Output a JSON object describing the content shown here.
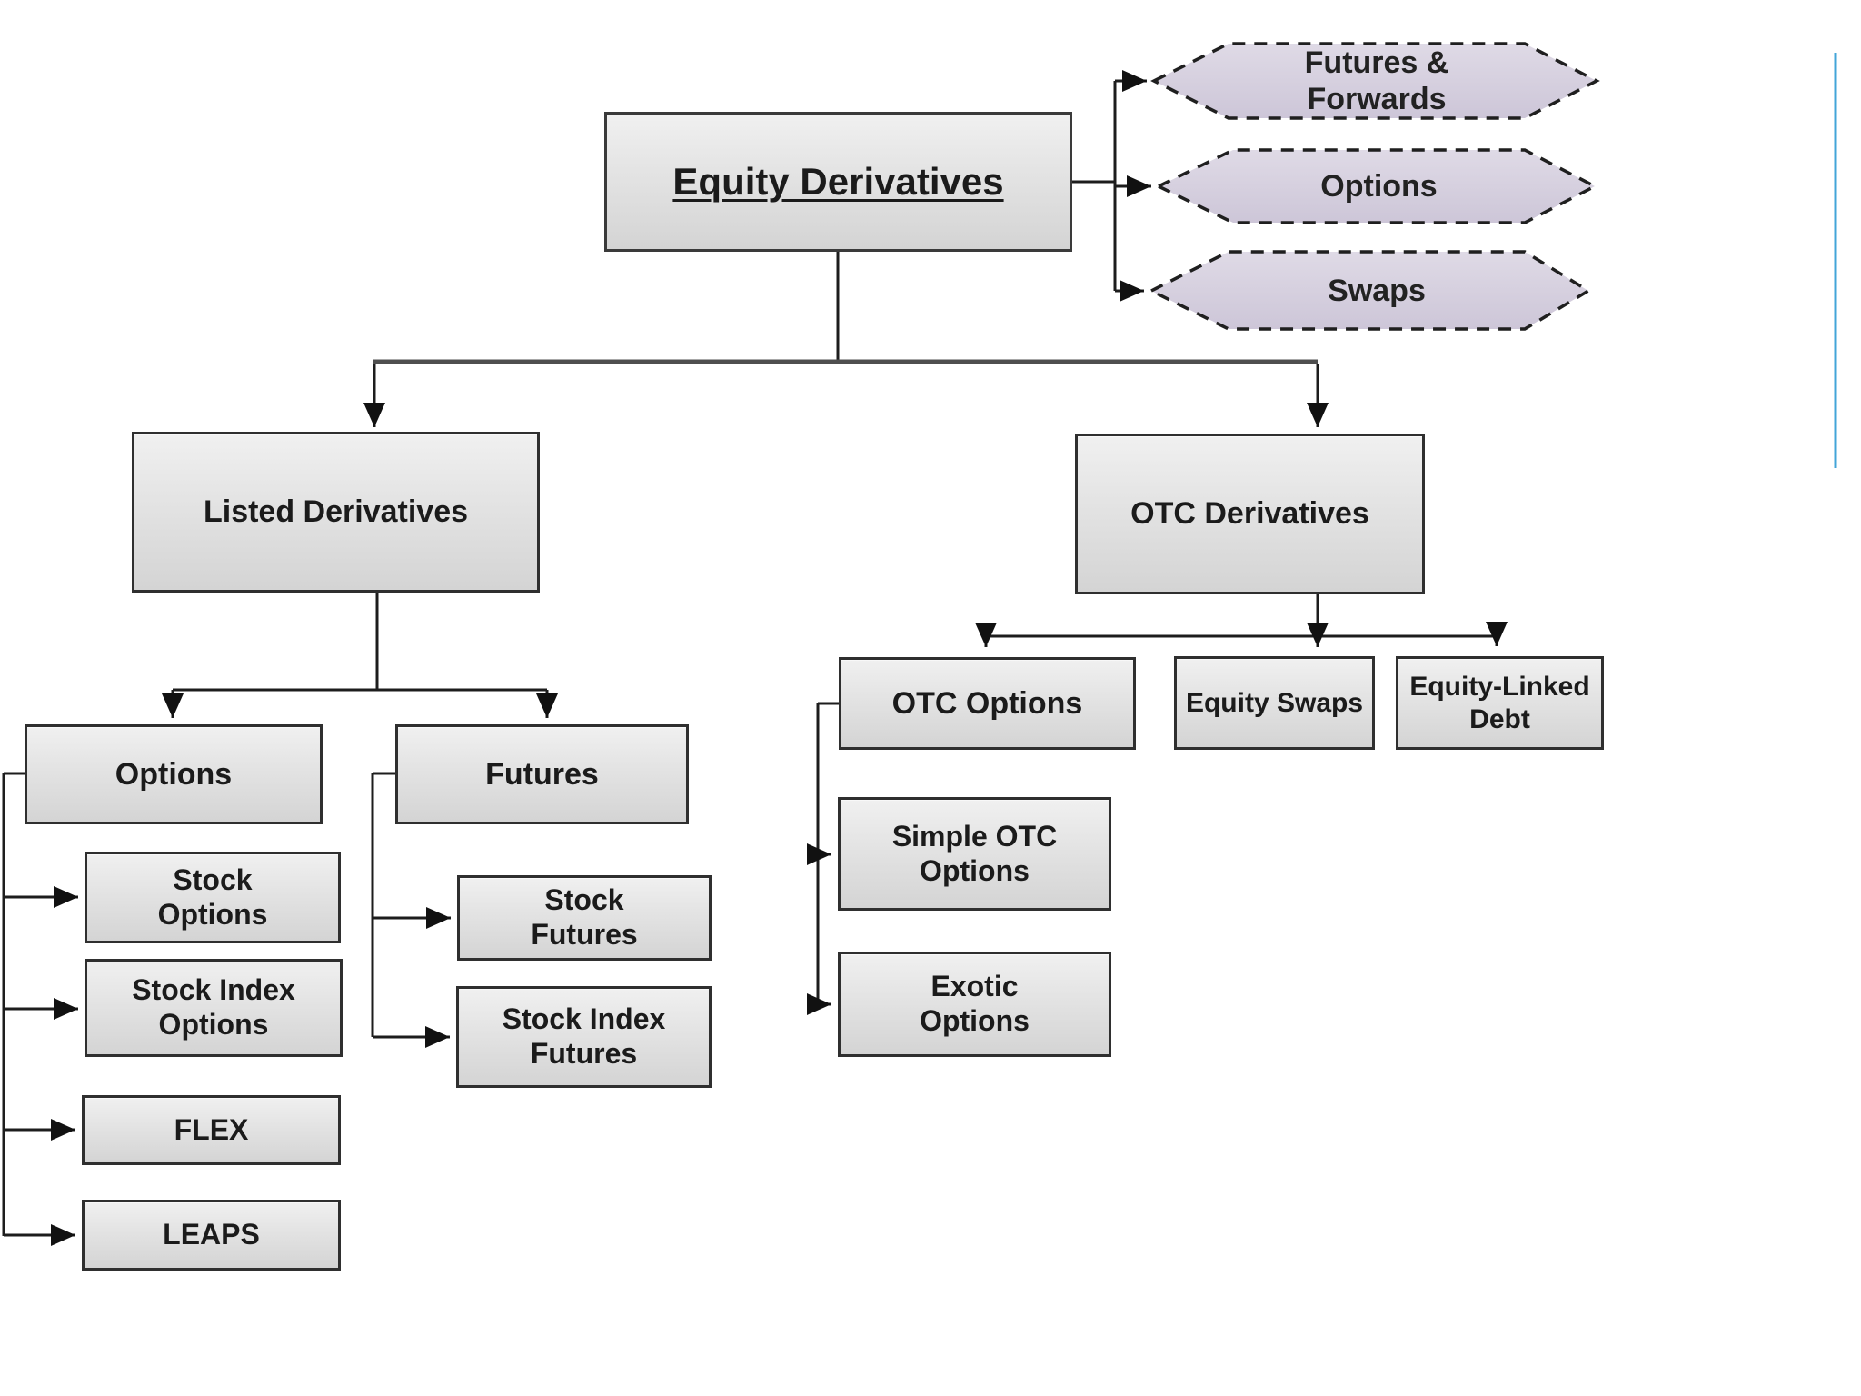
{
  "nodes": {
    "root": {
      "label": "Equity Derivatives"
    },
    "hex_futures_forwards": {
      "label": "Futures &\nForwards"
    },
    "hex_options": {
      "label": "Options"
    },
    "hex_swaps": {
      "label": "Swaps"
    },
    "listed": {
      "label": "Listed Derivatives"
    },
    "otc": {
      "label": "OTC Derivatives"
    },
    "listed_options": {
      "label": "Options"
    },
    "listed_futures": {
      "label": "Futures"
    },
    "stock_options": {
      "label": "Stock\nOptions"
    },
    "stock_index_options": {
      "label": "Stock Index\nOptions"
    },
    "flex": {
      "label": "FLEX"
    },
    "leaps": {
      "label": "LEAPS"
    },
    "stock_futures": {
      "label": "Stock\nFutures"
    },
    "stock_index_futures": {
      "label": "Stock Index\nFutures"
    },
    "otc_options": {
      "label": "OTC Options"
    },
    "simple_otc_options": {
      "label": "Simple OTC\nOptions"
    },
    "exotic_options": {
      "label": "Exotic\nOptions"
    },
    "equity_swaps": {
      "label": "Equity Swaps"
    },
    "equity_linked_debt": {
      "label": "Equity-Linked\nDebt"
    }
  },
  "colors": {
    "node_fill": "#e3e3e3",
    "node_border": "#2f2f2f",
    "hexagon_fill": "#d8d2e0",
    "connector": "#1d1d1d",
    "trunk_connector": "#4f4f4f",
    "accent_line": "#2f9bd4"
  }
}
